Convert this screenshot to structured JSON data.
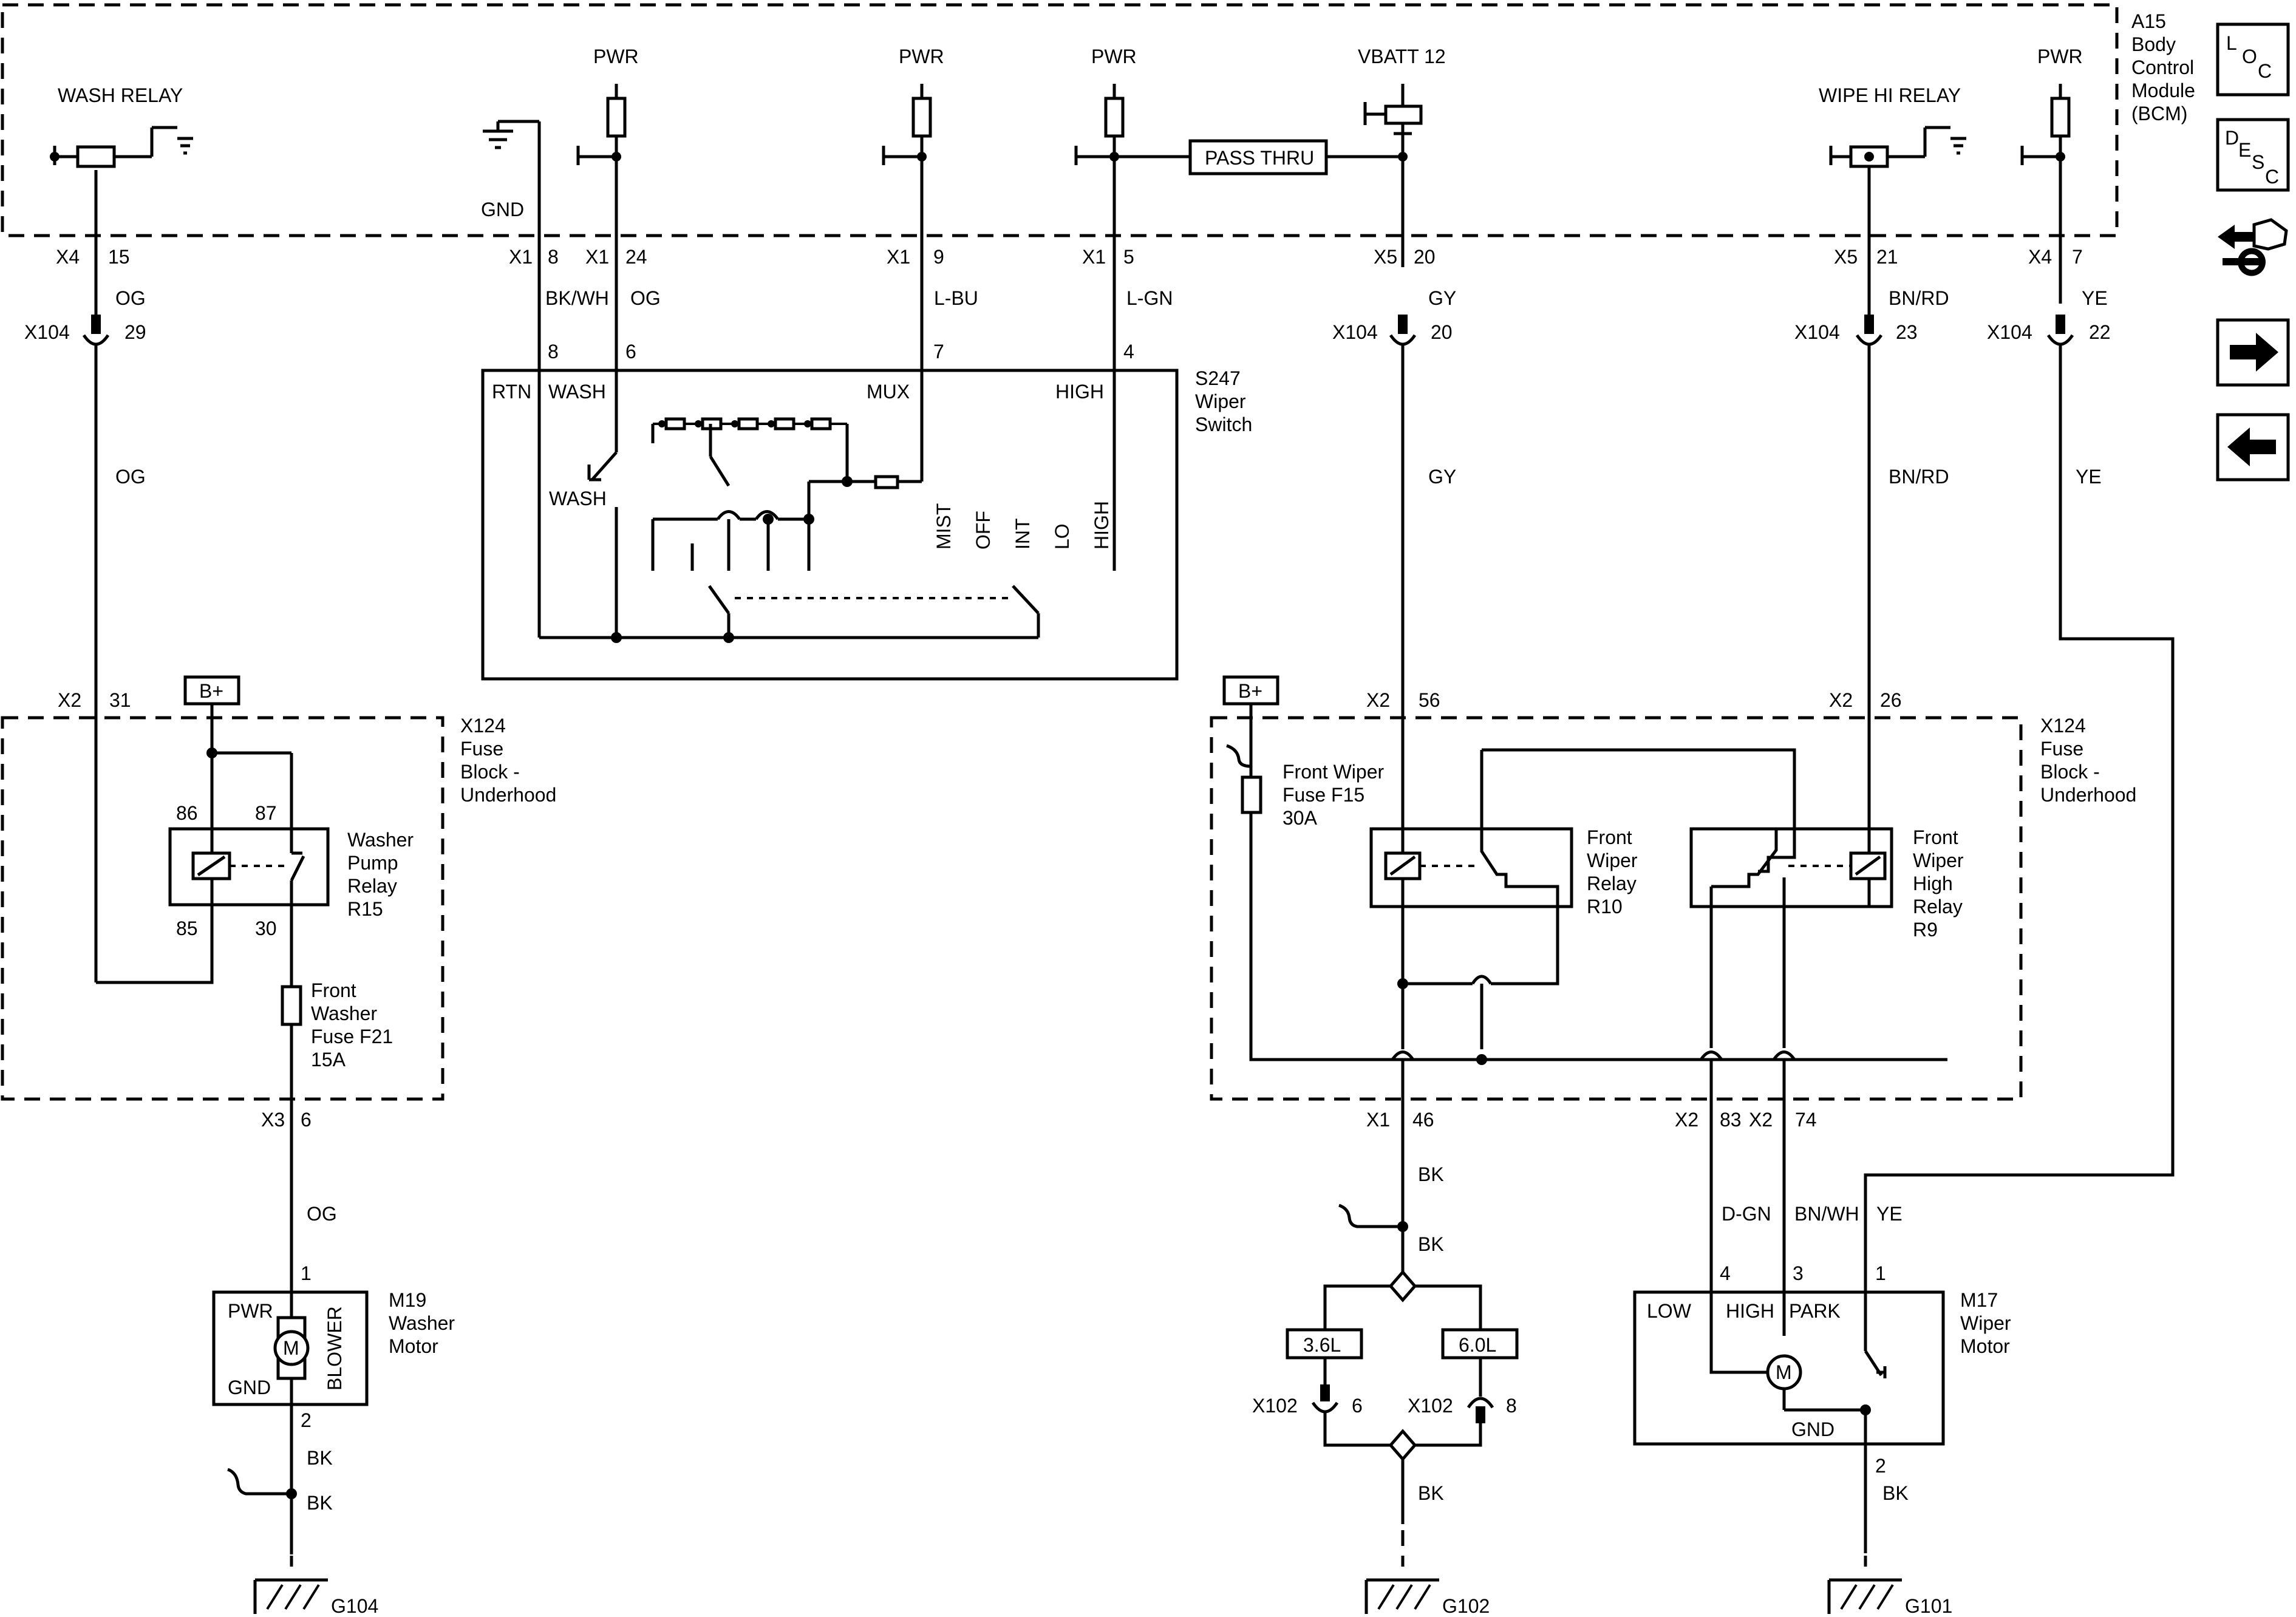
{
  "bcm": {
    "id": "A15",
    "line1": "Body",
    "line2": "Control",
    "line3": "Module",
    "line4": "(BCM)"
  },
  "pwr": "PWR",
  "gnd": "GND",
  "wash_relay": "WASH RELAY",
  "wipe_hi_relay": "WIPE HI RELAY",
  "vbatt": "VBATT 12",
  "pass_thru": "PASS THRU",
  "nav": {
    "loc": [
      "L",
      "O",
      "C"
    ],
    "desc": [
      "D",
      "E",
      "S",
      "C"
    ]
  },
  "bcm_pins": {
    "x4_15": [
      "X4",
      "15"
    ],
    "x1_8": [
      "X1",
      "8"
    ],
    "x1_24": [
      "X1",
      "24"
    ],
    "x1_9": [
      "X1",
      "9"
    ],
    "x1_5": [
      "X1",
      "5"
    ],
    "x5_20": [
      "X5",
      "20"
    ],
    "x5_21": [
      "X5",
      "21"
    ],
    "x4_7": [
      "X4",
      "7"
    ]
  },
  "wires": {
    "og": "OG",
    "bkwh": "BK/WH",
    "lbu": "L-BU",
    "lgn": "L-GN",
    "gy": "GY",
    "bnrd": "BN/RD",
    "ye": "YE",
    "bk": "BK",
    "dgn": "D-GN",
    "bnwh": "BN/WH"
  },
  "x104": {
    "name": "X104",
    "p29": "29",
    "p20": "20",
    "p23": "23",
    "p22": "22"
  },
  "switch": {
    "title": [
      "S247",
      "Wiper",
      "Switch"
    ],
    "pins": [
      "8",
      "6",
      "7",
      "4"
    ],
    "terms": {
      "rtn": "RTN",
      "wash": "WASH",
      "mux": "MUX",
      "high": "HIGH"
    },
    "wash_label": "WASH",
    "positions": [
      "MIST",
      "OFF",
      "INT",
      "LO",
      "HIGH"
    ]
  },
  "fuse_block": {
    "lines": [
      "X124",
      "Fuse",
      "Block -",
      "Underhood"
    ]
  },
  "bplus": "B+",
  "washer_relay": {
    "lines": [
      "Washer",
      "Pump",
      "Relay",
      "R15"
    ],
    "pins": [
      "86",
      "87",
      "85",
      "30"
    ]
  },
  "washer_fuse": [
    "Front",
    "Washer",
    "Fuse F21",
    "15A"
  ],
  "wiper_fuse": [
    "Front Wiper",
    "Fuse F15",
    "30A"
  ],
  "wiper_relay": [
    "Front",
    "Wiper",
    "Relay",
    "R10"
  ],
  "wiper_high_relay": [
    "Front",
    "Wiper",
    "High",
    "Relay",
    "R9"
  ],
  "conn": {
    "x2_31": [
      "X2",
      "31"
    ],
    "x2_56": [
      "X2",
      "56"
    ],
    "x2_26": [
      "X2",
      "26"
    ],
    "x3_6": [
      "X3",
      "6"
    ],
    "x1_46": [
      "X1",
      "46"
    ],
    "x2_83": [
      "X2",
      "83"
    ],
    "x2_74": [
      "X2",
      "74"
    ]
  },
  "washer_motor": {
    "lines": [
      "M19",
      "Washer",
      "Motor"
    ],
    "pwr": "PWR",
    "gnd": "GND",
    "blower": "BLOWER",
    "m": "M",
    "pin1": "1",
    "pin2": "2"
  },
  "engine": {
    "a": "3.6L",
    "b": "6.0L",
    "x102": "X102",
    "p6": "6",
    "p8": "8"
  },
  "wiper_motor": {
    "lines": [
      "M17",
      "Wiper",
      "Motor"
    ],
    "low": "LOW",
    "high": "HIGH",
    "park": "PARK",
    "gnd": "GND",
    "m": "M",
    "p4": "4",
    "p3": "3",
    "p1": "1",
    "p2": "2"
  },
  "grounds": {
    "g104": "G104",
    "g102": "G102",
    "g101": "G101"
  }
}
